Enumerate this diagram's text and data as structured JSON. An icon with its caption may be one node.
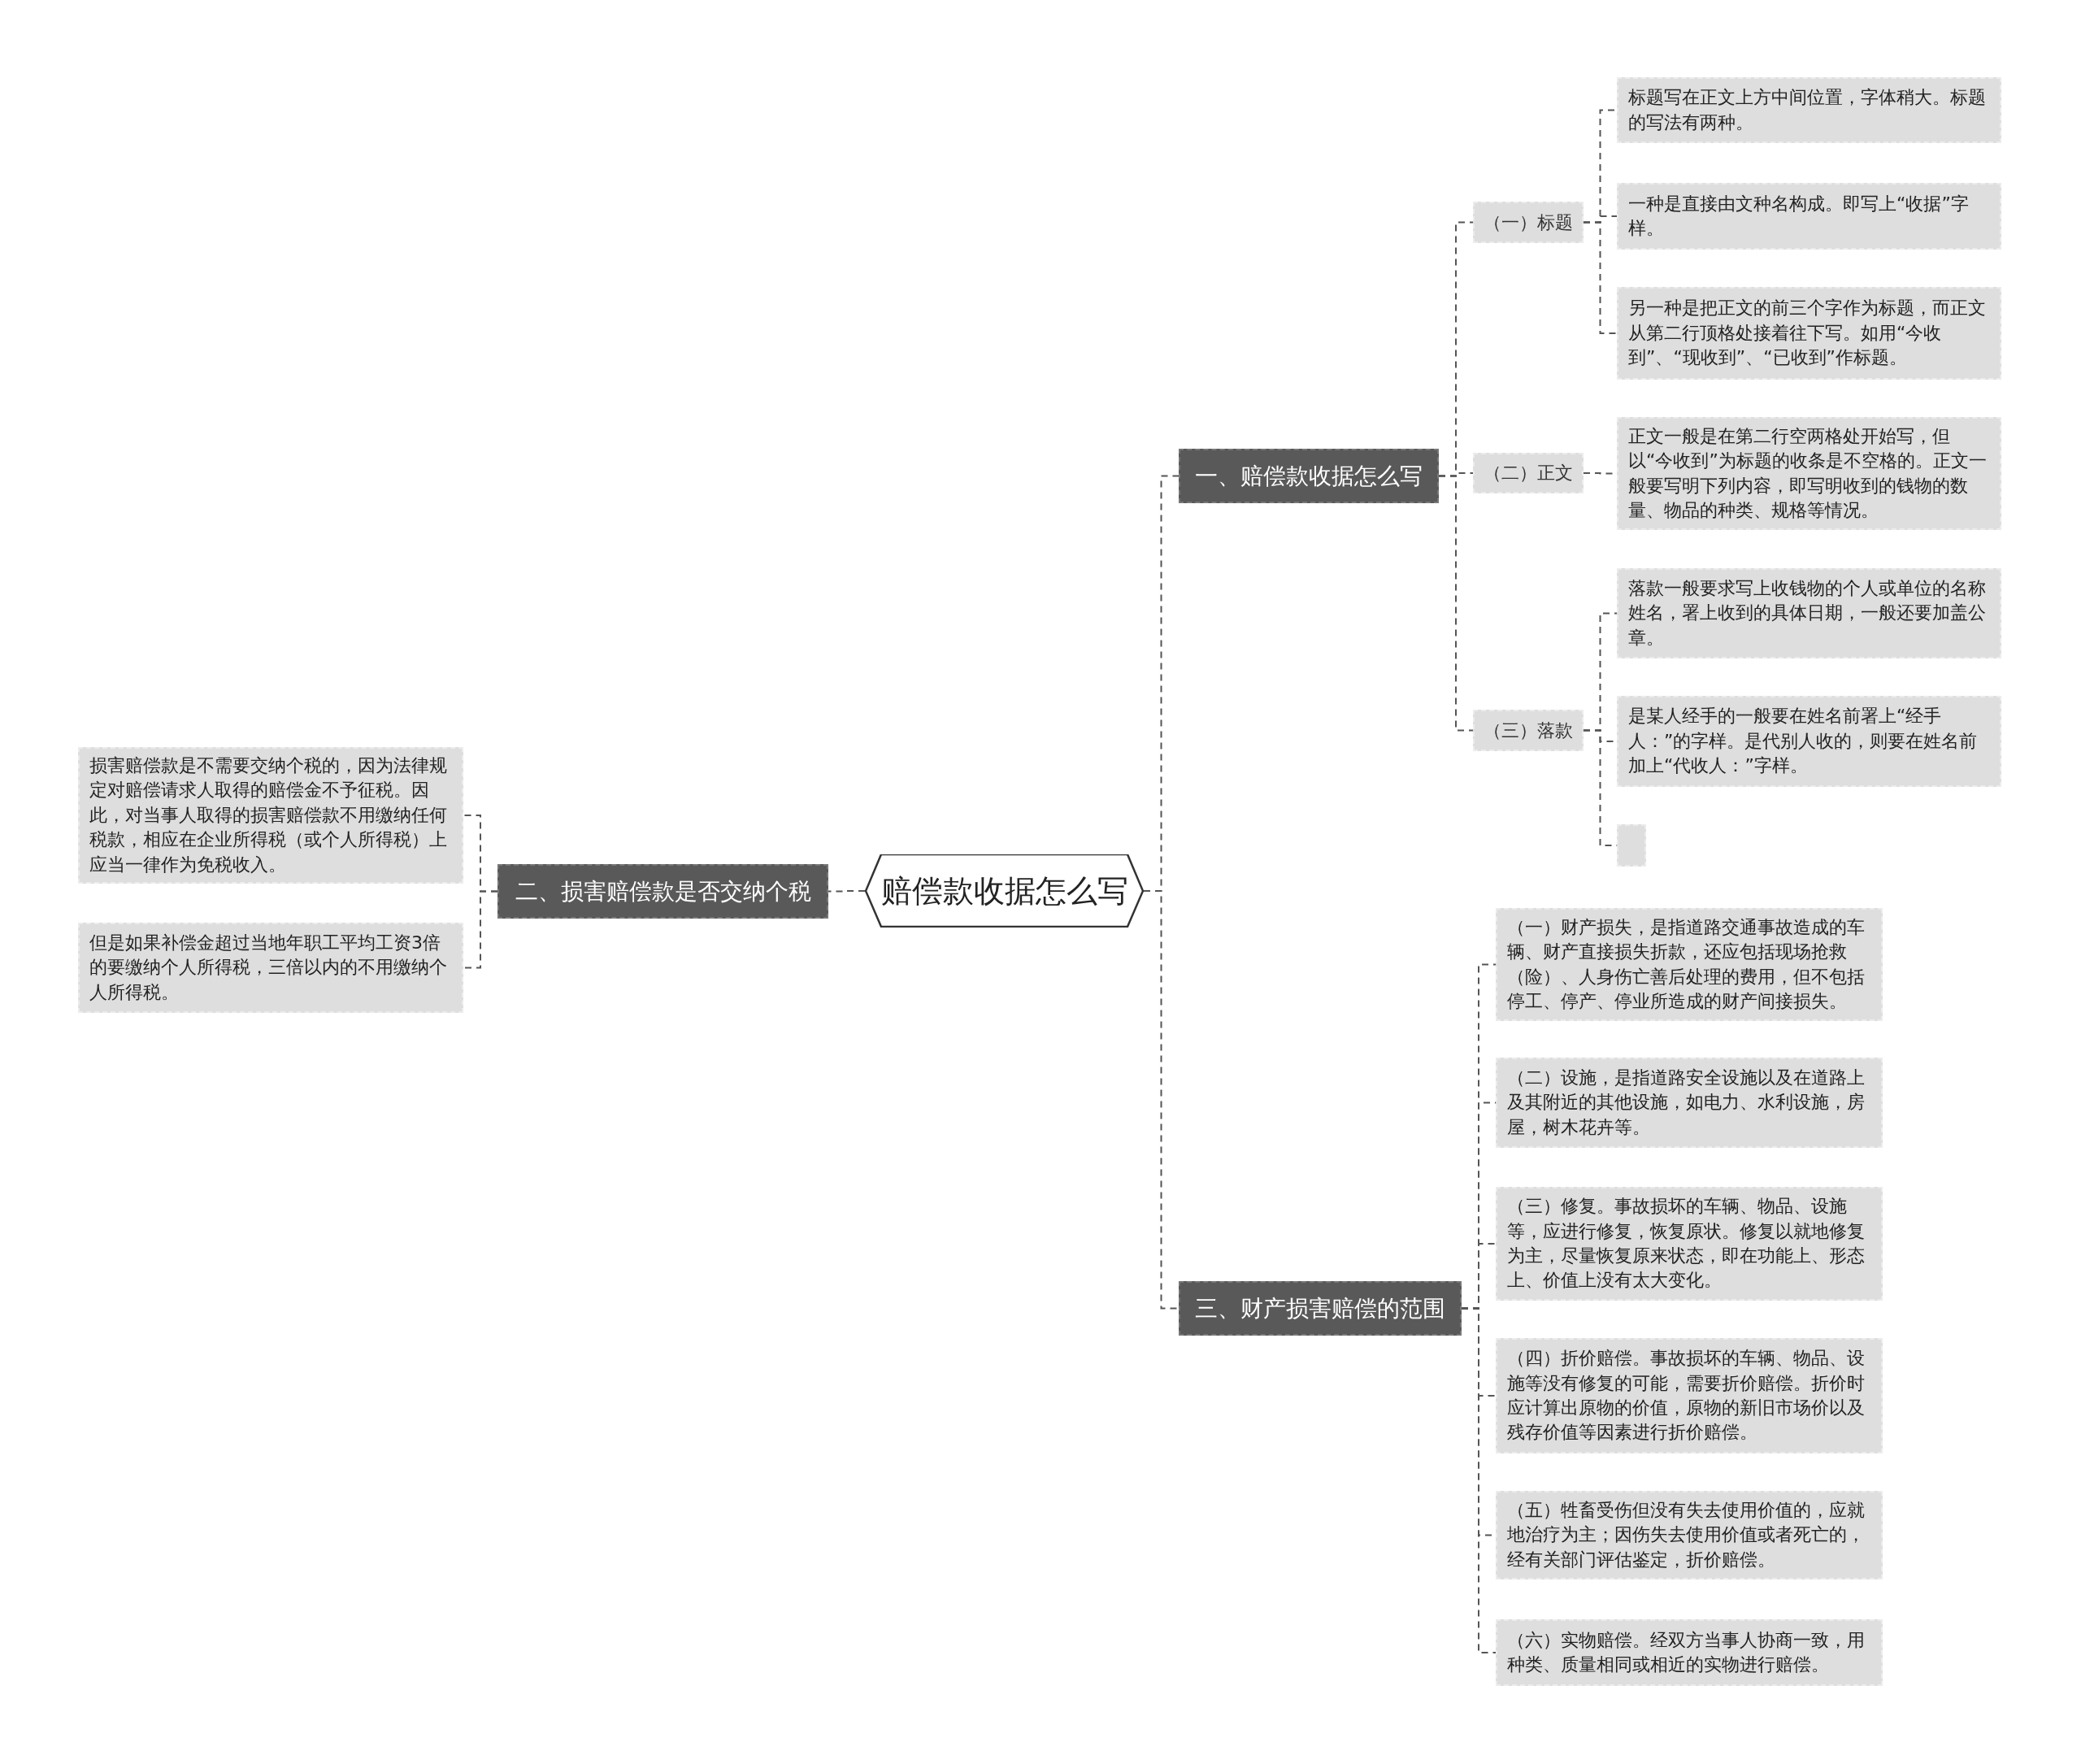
{
  "diagram": {
    "nodes": [
      {
        "text": [
          "赔偿款收据怎么写"
        ]
      },
      {
        "text": [
          "一、赔偿款收据怎么写"
        ]
      },
      {
        "text": [
          "（一）标题"
        ]
      },
      {
        "text": [
          "标题写在正文上方中间位置，字体稍大。标题的写法有两种。"
        ]
      },
      {
        "text": [
          "一种是直接由文种名构成。即写上“收据”字样。"
        ]
      },
      {
        "text": [
          "另一种是把正文的前三个字作为标题，而正文从第二行顶格处接着往下写。如用“今收到”、“现收到”、“已收到”作标题。"
        ]
      },
      {
        "text": [
          "（二）正文"
        ]
      },
      {
        "text": [
          "正文一般是在第二行空两格处开始写，但以“今收到”为标题的收条是不空格的。正文一般要写明下列内容，即写明收到的钱物的数量、物品的种类、规格等情况。"
        ]
      },
      {
        "text": [
          "（三）落款"
        ]
      },
      {
        "text": [
          "落款一般要求写上收钱物的个人或单位的名称姓名，署上收到的具体日期，一般还要加盖公章。"
        ]
      },
      {
        "text": [
          "是某人经手的一般要在姓名前署上“经手人：”的字样。是代别人收的，则要在姓名前加上“代收人：”字样。"
        ]
      },
      {
        "text": [],
        "shape": "box"
      },
      {
        "text": [
          "二、损害赔偿款是否交纳个税"
        ]
      },
      {
        "text": [
          "损害赔偿款是不需要交纳个税的，因为法律规定对赔偿请求人取得的赔偿金不予征税。因此，对当事人取得的损害赔偿款不用缴纳任何税款，相应在企业所得税（或个人所得税）上应当一律作为免税收入。"
        ]
      },
      {
        "text": [
          "但是如果补偿金超过当地年职工平均工资3倍的要缴纳个人所得税，三倍以内的不用缴纳个人所得税。"
        ]
      },
      {
        "text": [
          "三、财产损害赔偿的范围"
        ]
      },
      {
        "text": [
          "（一）财产损失，是指道路交通事故造成的车辆、财产直接损失折款，还应包括现场抢救（险）、人身伤亡善后处理的费用，但不包括停工、停产、停业所造成的财产间接损失。"
        ]
      },
      {
        "text": [
          "（二）设施，是指道路安全设施以及在道路上及其附近的其他设施，如电力、水利设施，房屋，树木花卉等。"
        ]
      },
      {
        "text": [
          "（三）修复。事故损坏的车辆、物品、设施等，应进行修复，恢复原状。修复以就地修复为主，尽量恢复原来状态，即在功能上、形态上、价值上没有太大变化。"
        ]
      },
      {
        "text": [
          "（四）折价赔偿。事故损坏的车辆、物品、设施等没有修复的可能，需要折价赔偿。折价时应计算出原物的价值，原物的新旧市场价以及残存价值等因素进行折价赔偿。"
        ]
      },
      {
        "text": [
          "（五）牲畜受伤但没有失去使用价值的，应就地治疗为主；因伤失去使用价值或者死亡的，经有关部门评估鉴定，折价赔偿。"
        ]
      },
      {
        "text": [
          "（六）实物赔偿。经双方当事人协商一致，用种类、质量相同或相近的实物进行赔偿。"
        ]
      }
    ],
    "edges": [
      {
        "from": 0,
        "to": 1,
        "arrow": "none"
      },
      {
        "from": 1,
        "to": 2,
        "arrow": "none"
      },
      {
        "from": 2,
        "to": 3,
        "arrow": "none"
      },
      {
        "from": 2,
        "to": 4,
        "arrow": "none"
      },
      {
        "from": 2,
        "to": 5,
        "arrow": "none"
      },
      {
        "from": 1,
        "to": 6,
        "arrow": "none"
      },
      {
        "from": 6,
        "to": 7,
        "arrow": "none"
      },
      {
        "from": 1,
        "to": 8,
        "arrow": "none"
      },
      {
        "from": 8,
        "to": 9,
        "arrow": "none"
      },
      {
        "from": 8,
        "to": 10,
        "arrow": "none"
      },
      {
        "from": 8,
        "to": 11,
        "arrow": "none"
      },
      {
        "from": 0,
        "to": 12,
        "arrow": "none"
      },
      {
        "from": 12,
        "to": 13,
        "arrow": "none"
      },
      {
        "from": 12,
        "to": 14,
        "arrow": "none"
      },
      {
        "from": 0,
        "to": 15,
        "arrow": "none"
      },
      {
        "from": 15,
        "to": 16,
        "arrow": "none"
      },
      {
        "from": 15,
        "to": 17,
        "arrow": "none"
      },
      {
        "from": 15,
        "to": 18,
        "arrow": "none"
      },
      {
        "from": 15,
        "to": 19,
        "arrow": "none"
      },
      {
        "from": 15,
        "to": 20,
        "arrow": "none"
      },
      {
        "from": 15,
        "to": 21,
        "arrow": "none"
      }
    ]
  }
}
